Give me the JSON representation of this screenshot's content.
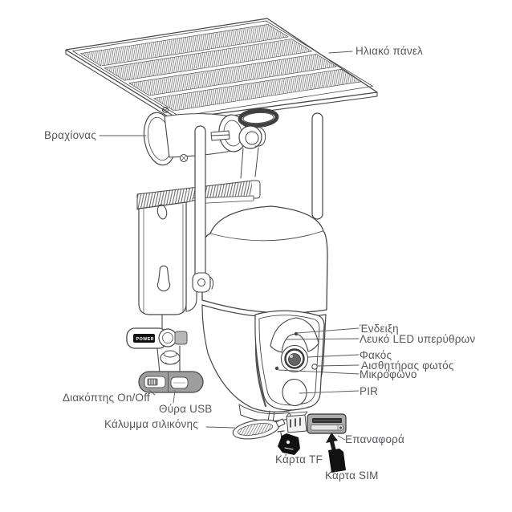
{
  "diagram": {
    "colors": {
      "background": "#ffffff",
      "line": "#474747",
      "text": "#55565a",
      "fill_gray": "#9e9e9e",
      "panel_gray": "#ababab",
      "card_black": "#111111"
    },
    "callouts": {
      "solar_panel": "Ηλιακό πάνελ",
      "bracket": "Βραχίονας",
      "indicator": "Ένδειξη",
      "white_led": "Λευκό LED υπερύθρων",
      "lens": "Φακός",
      "light_sensor": "Αισθητήρας φωτός",
      "microphone": "Μικρόφωνο",
      "pir": "PIR",
      "power_switch": "Διακόπτης On/Off",
      "usb_port": "Θύρα USB",
      "silicone_cover": "Κάλυμμα σιλικόνης",
      "reset": "Επαναφορά",
      "tf_card": "Κάρτα TF",
      "sim_card": "Κάρτα SIM"
    },
    "power_badge": "POWER"
  }
}
